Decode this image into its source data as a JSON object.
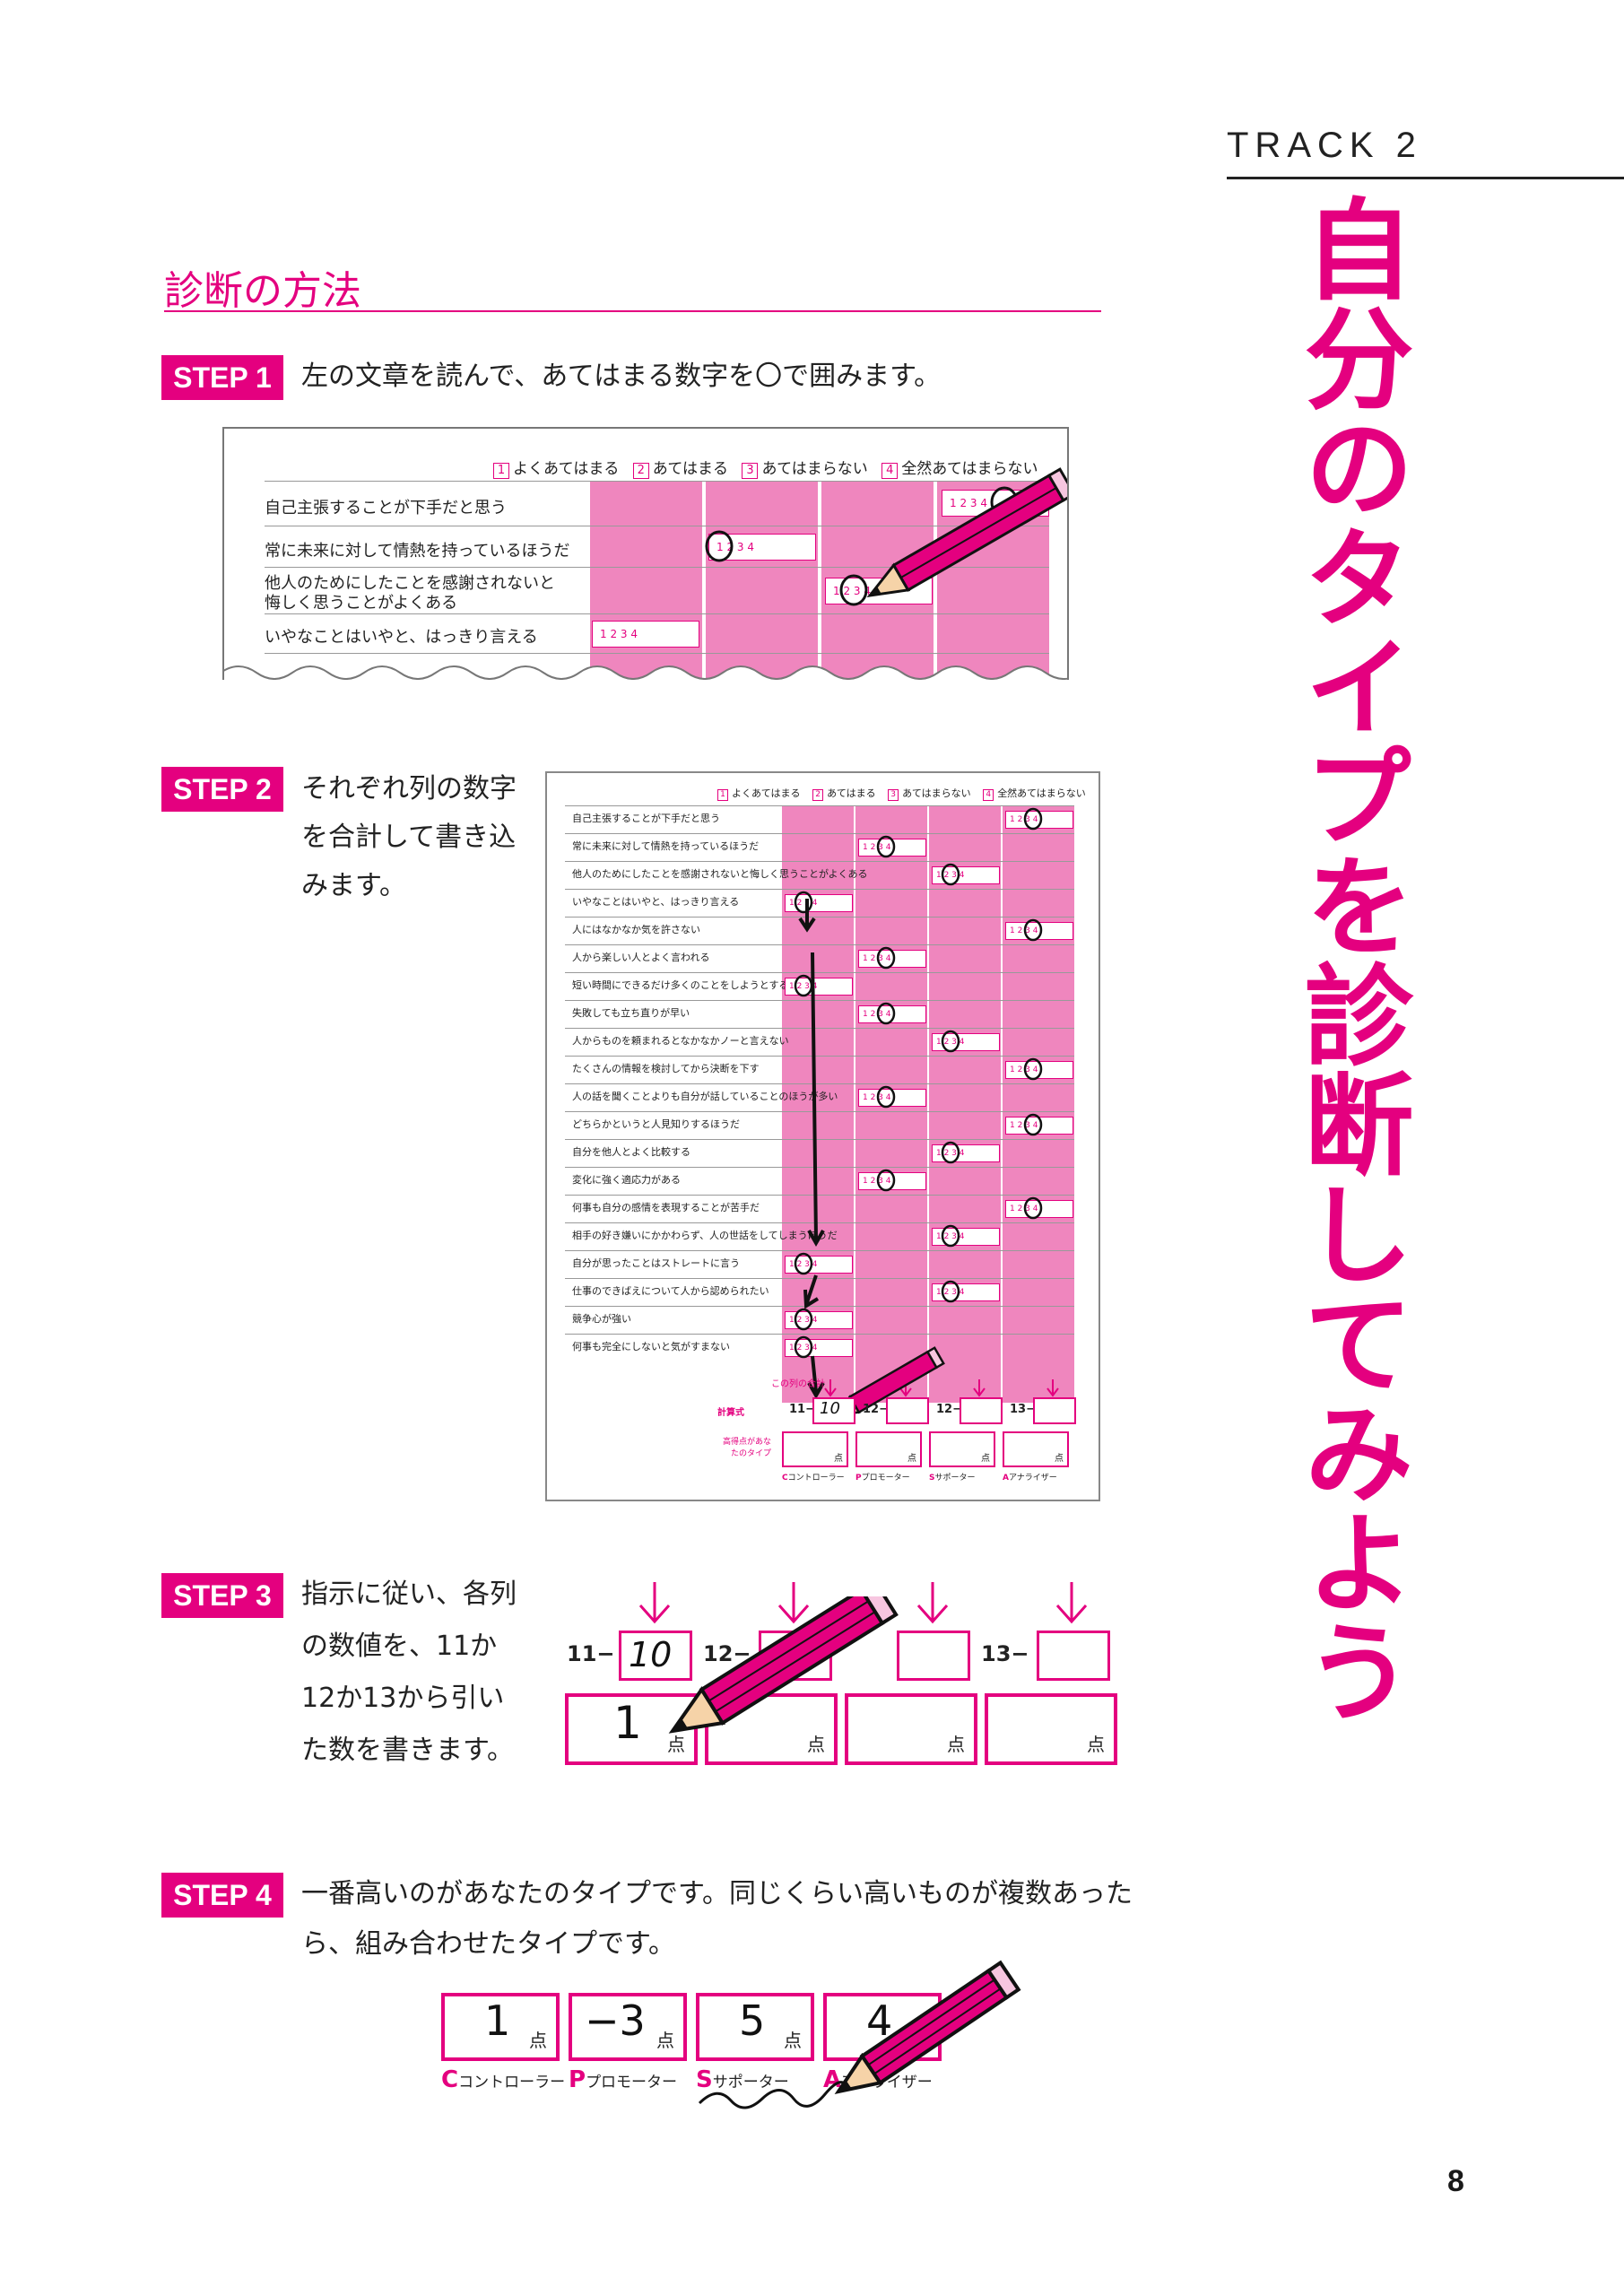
{
  "header": {
    "track": "TRACK 2",
    "title": "自分のタイプを診断してみよう"
  },
  "section": {
    "title": "診断の方法"
  },
  "steps": [
    {
      "badge": "STEP 1",
      "text": "左の文章を読んで、あてはまる数字を〇で囲みます。"
    },
    {
      "badge": "STEP 2",
      "lines": [
        "それぞれ列の数字",
        "を合計して書き込",
        "みます。"
      ]
    },
    {
      "badge": "STEP 3",
      "lines": [
        "指示に従い、各列",
        "の数値を、11か",
        "12か13から引い",
        "た数を書きます。"
      ]
    },
    {
      "badge": "STEP 4",
      "lines": [
        "一番高いのがあなたのタイプです。同じくらい高いものが複数あった",
        "ら、組み合わせたタイプです。"
      ]
    }
  ],
  "legend": {
    "n1": "1",
    "l1": "よくあてはまる",
    "n2": "2",
    "l2": "あてはまる",
    "n3": "3",
    "l3": "あてはまらない",
    "n4": "4",
    "l4": "全然あてはまらない"
  },
  "choices": "1 2 3 4",
  "step1_questions": [
    "自己主張することが下手だと思う",
    "常に未来に対して情熱を持っているほうだ",
    "他人のためにしたことを感謝されないと",
    "悔しく思うことがよくある",
    "いやなことはいやと、はっきり言える"
  ],
  "step2_questions": [
    "自己主張することが下手だと思う",
    "常に未来に対して情熱を持っているほうだ",
    "他人のためにしたことを感謝されないと悔しく思うことがよくある",
    "いやなことはいやと、はっきり言える",
    "人にはなかなか気を許さない",
    "人から楽しい人とよく言われる",
    "短い時間にできるだけ多くのことをしようとする",
    "失敗しても立ち直りが早い",
    "人からものを頼まれるとなかなかノーと言えない",
    "たくさんの情報を検討してから決断を下す",
    "人の話を聞くことよりも自分が話していることのほうが多い",
    "どちらかというと人見知りするほうだ",
    "自分を他人とよく比較する",
    "変化に強く適応力がある",
    "何事も自分の感情を表現することが苦手だ",
    "相手の好き嫌いにかかわらず、人の世話をしてしまうほうだ",
    "自分が思ったことはストレートに言う",
    "仕事のできばえについて人から認められたい",
    "競争心が強い",
    "何事も完全にしないと気がすまない"
  ],
  "sheet": {
    "sum_label": "この列の合計",
    "calc_label": "計算式",
    "high_label": "高得点があなたのタイプ",
    "first_total": "10"
  },
  "calc": {
    "c1": "11−",
    "c2": "12−",
    "c3": "12−",
    "c4": "13−",
    "v1": "10",
    "r1": "1"
  },
  "point_unit": "点",
  "results": {
    "v1": "1",
    "v2": "−3",
    "v3": "5",
    "v4": "4"
  },
  "types": [
    {
      "letter": "C",
      "name": "コントローラー"
    },
    {
      "letter": "P",
      "name": "プロモーター"
    },
    {
      "letter": "S",
      "name": "サポーター"
    },
    {
      "letter": "A",
      "name": "アナライザー"
    }
  ],
  "page_number": "8",
  "colors": {
    "accent": "#e4007f",
    "cell": "#ef86be"
  }
}
